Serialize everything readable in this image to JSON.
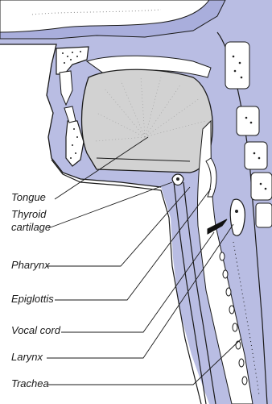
{
  "labels": {
    "tongue": "Tongue",
    "thyroid_line1": "Thyroid",
    "thyroid_line2": "cartilage",
    "pharynx": "Pharynx",
    "epiglottis": "Epiglottis",
    "vocal_cord": "Vocal cord",
    "larynx": "Larynx",
    "trachea": "Trachea"
  },
  "colors": {
    "tissue": "#b9bde3",
    "tissue_dark": "#a9aedc",
    "tongue": "#d2d2d2",
    "bone": "#ffffff",
    "outline": "#1a1a1a",
    "bone_dots": "#222222"
  }
}
